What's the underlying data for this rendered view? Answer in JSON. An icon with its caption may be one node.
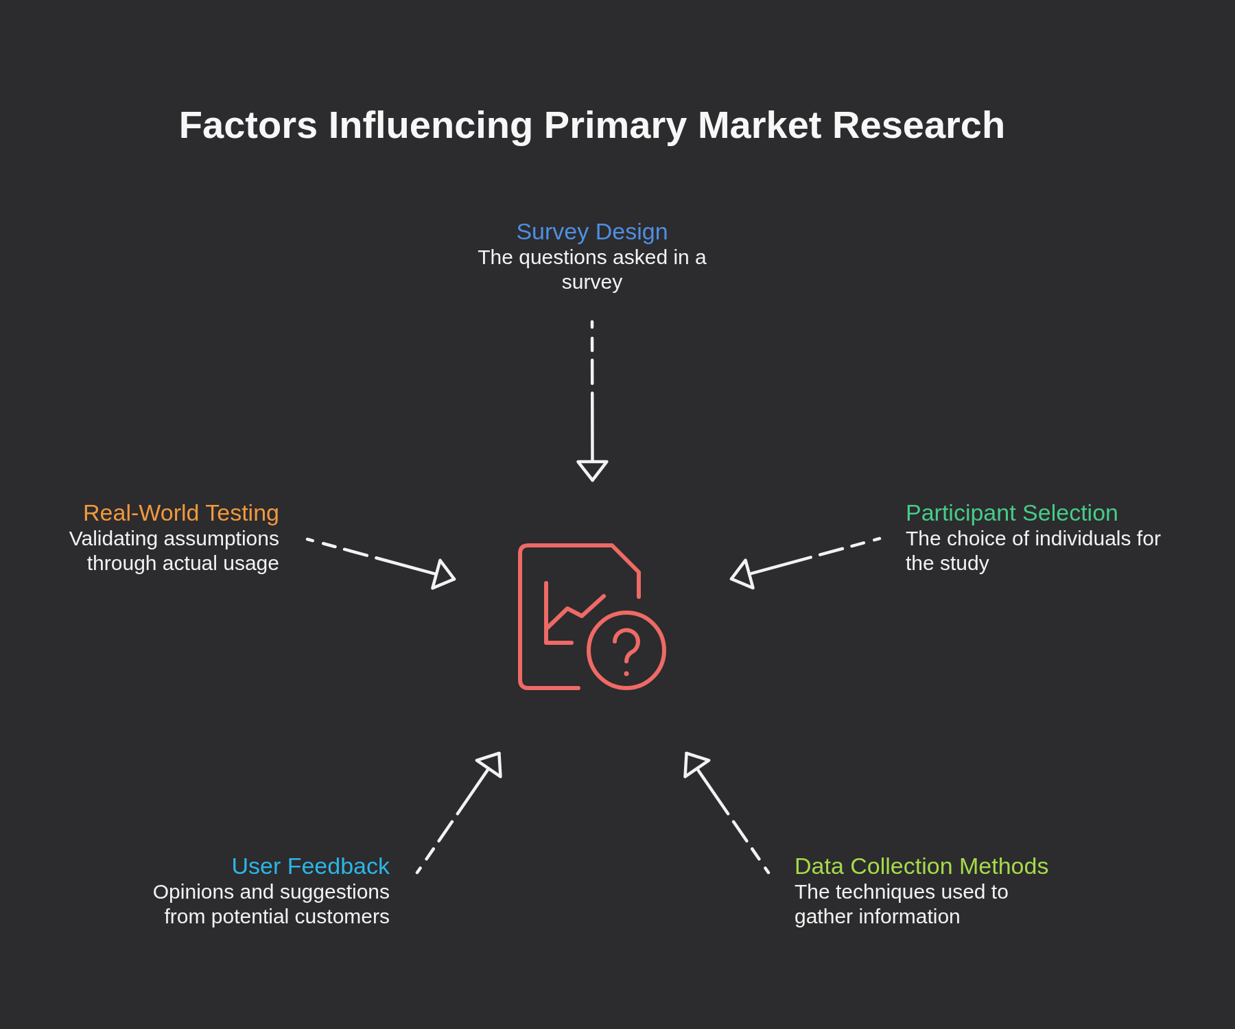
{
  "diagram": {
    "title": "Factors Influencing Primary Market Research",
    "nodes": [
      {
        "text": [
          "Survey Design",
          "The questions asked in a survey"
        ]
      },
      {
        "text": [
          "Real-World Testing",
          "Validating assumptions through actual usage"
        ]
      },
      {
        "text": [
          "Participant Selection",
          "The choice of individuals for the study"
        ]
      },
      {
        "text": [],
        "shape": "picture"
      },
      {
        "text": [
          "User Feedback",
          "Opinions and suggestions from potential customers"
        ]
      },
      {
        "text": [
          "Data Collection Methods",
          "The techniques used to gather information"
        ]
      }
    ],
    "edges": [
      {
        "from": 0,
        "to": 3,
        "arrow": "to",
        "style": "dashed"
      },
      {
        "from": 1,
        "to": 3,
        "arrow": "to",
        "style": "dashed"
      },
      {
        "from": 2,
        "to": 3,
        "arrow": "to",
        "style": "dashed"
      },
      {
        "from": 4,
        "to": 3,
        "arrow": "to",
        "style": "dashed"
      },
      {
        "from": 5,
        "to": 3,
        "arrow": "to",
        "style": "dashed"
      }
    ]
  }
}
